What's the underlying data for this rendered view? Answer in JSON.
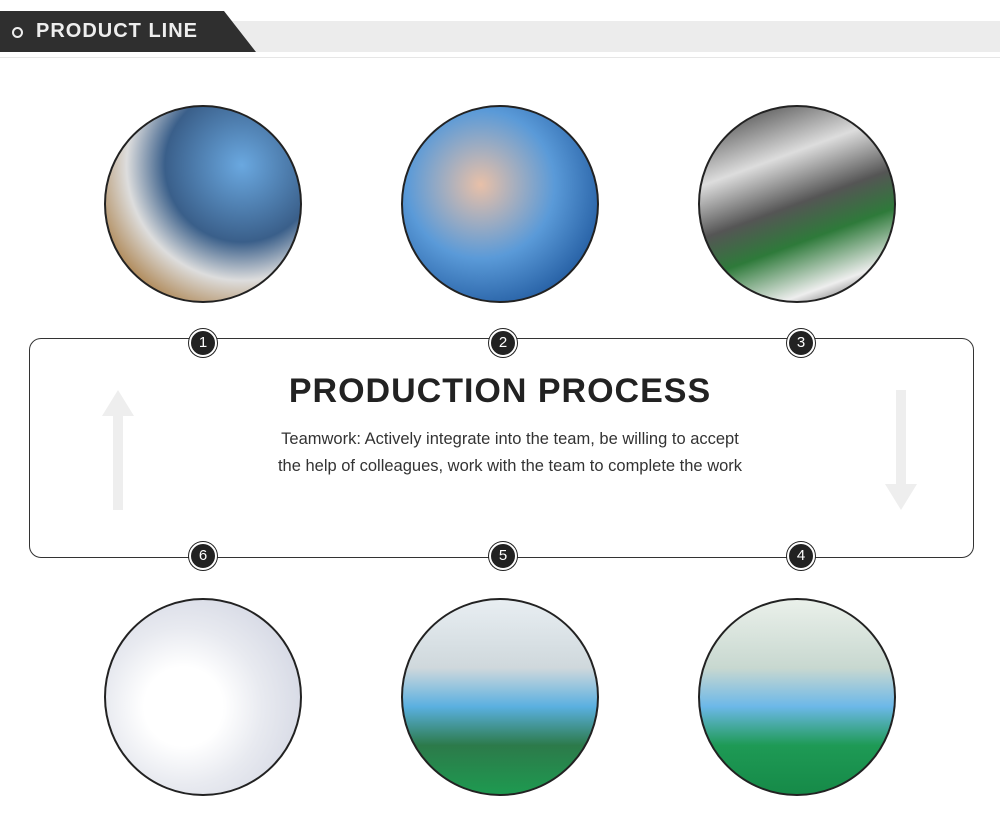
{
  "header": {
    "title": "PRODUCT LINE"
  },
  "process": {
    "title": "PRODUCTION PROCESS",
    "description": "Teamwork: Actively integrate into the team, be willing to accept the help of colleagues, work with the team to complete the work"
  },
  "steps": [
    {
      "number": "1",
      "photo": "packaging-workstation"
    },
    {
      "number": "2",
      "photo": "screwdriver-assembly"
    },
    {
      "number": "3",
      "photo": "smt-machine"
    },
    {
      "number": "4",
      "photo": "assembly-line-workers"
    },
    {
      "number": "5",
      "photo": "cleanroom-production-line"
    },
    {
      "number": "6",
      "photo": "wireless-product-box"
    }
  ]
}
